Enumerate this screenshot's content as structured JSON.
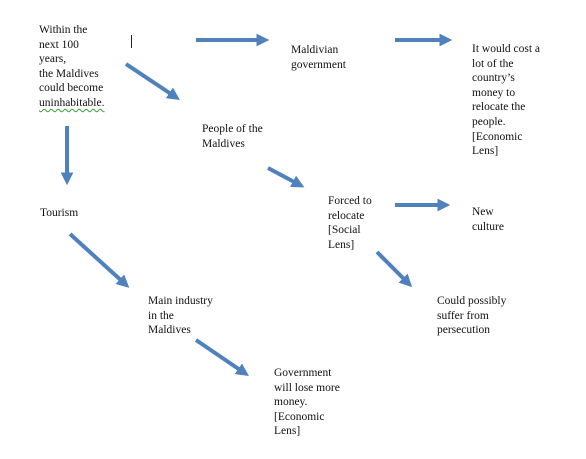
{
  "colors": {
    "arrow": "#4f81bd",
    "text": "#111111"
  },
  "nodes": {
    "uninhabitable": {
      "lines": [
        "Within the",
        "next 100",
        "years,",
        "the Maldives",
        "could become",
        "uninhabitable."
      ]
    },
    "government": {
      "lines": [
        "Maldivian",
        "government"
      ]
    },
    "cost": {
      "lines": [
        "It would cost a",
        "lot of the",
        "country’s",
        "money to",
        "relocate the",
        "people.",
        "[Economic",
        "Lens]"
      ]
    },
    "people": {
      "lines": [
        "People of the",
        "Maldives"
      ]
    },
    "tourism": {
      "lines": [
        "Tourism"
      ]
    },
    "relocate": {
      "lines": [
        "Forced to",
        "relocate",
        "[Social",
        "Lens]"
      ]
    },
    "culture": {
      "lines": [
        "New",
        "culture"
      ]
    },
    "industry": {
      "lines": [
        "Main industry",
        "in the",
        "Maldives"
      ]
    },
    "persecution": {
      "lines": [
        "Could possibly",
        "suffer from",
        "persecution"
      ]
    },
    "money": {
      "lines": [
        "Government",
        "will lose more",
        "money.",
        "[Economic",
        "Lens]"
      ]
    }
  }
}
